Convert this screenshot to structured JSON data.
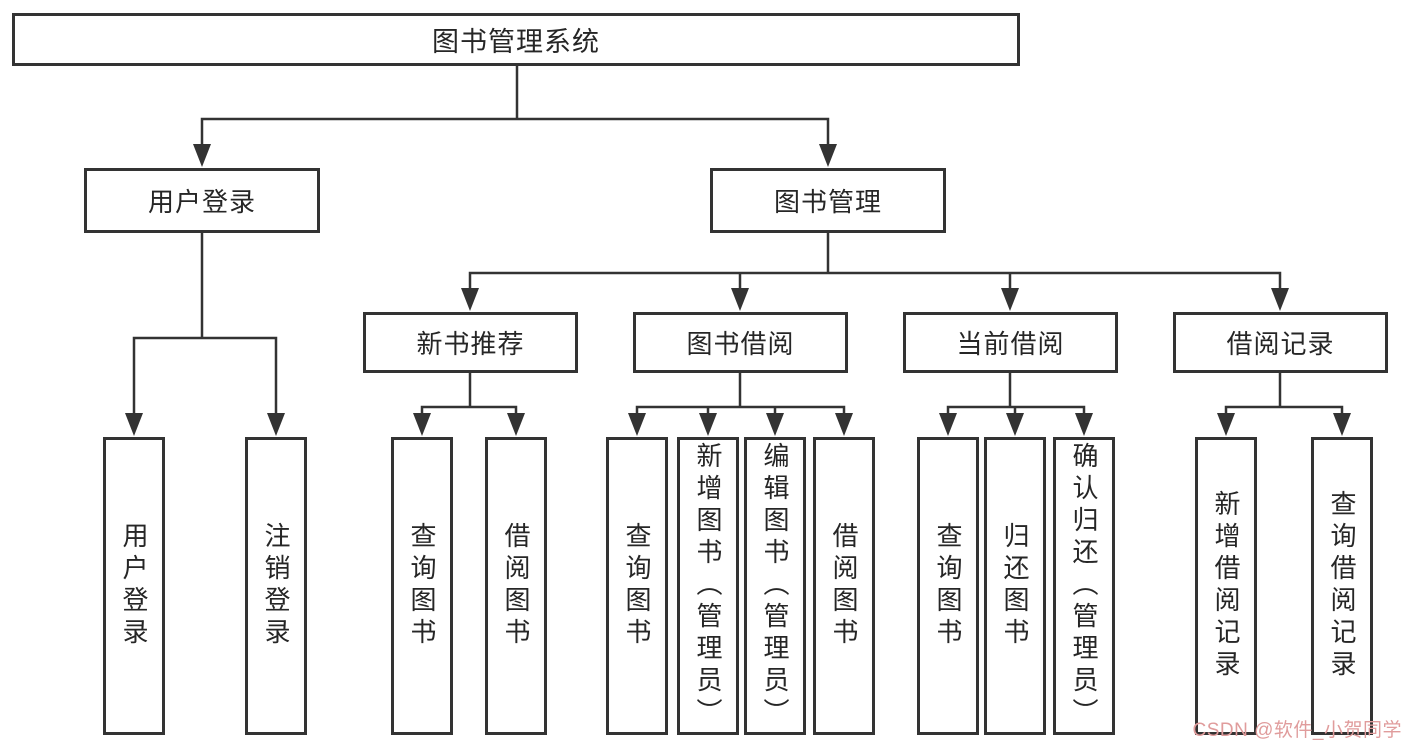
{
  "diagram": {
    "title": "图书管理系统",
    "level2": [
      "用户登录",
      "图书管理"
    ],
    "level3": [
      "新书推荐",
      "图书借阅",
      "当前借阅",
      "借阅记录"
    ],
    "leaves": {
      "login": [
        "用户登录",
        "注销登录"
      ],
      "recommend": [
        "查询图书",
        "借阅图书"
      ],
      "borrow": [
        "查询图书",
        "新增图书（管理员）",
        "编辑图书（管理员）",
        "借阅图书"
      ],
      "current": [
        "查询图书",
        "归还图书",
        "确认归还（管理员）"
      ],
      "records": [
        "新增借阅记录",
        "查询借阅记录"
      ]
    }
  },
  "watermark": "CSDN @软件_小贺同学",
  "colors": {
    "line": "#333333",
    "text": "#262626",
    "background": "#ffffff",
    "watermark": "#e09c9c"
  }
}
